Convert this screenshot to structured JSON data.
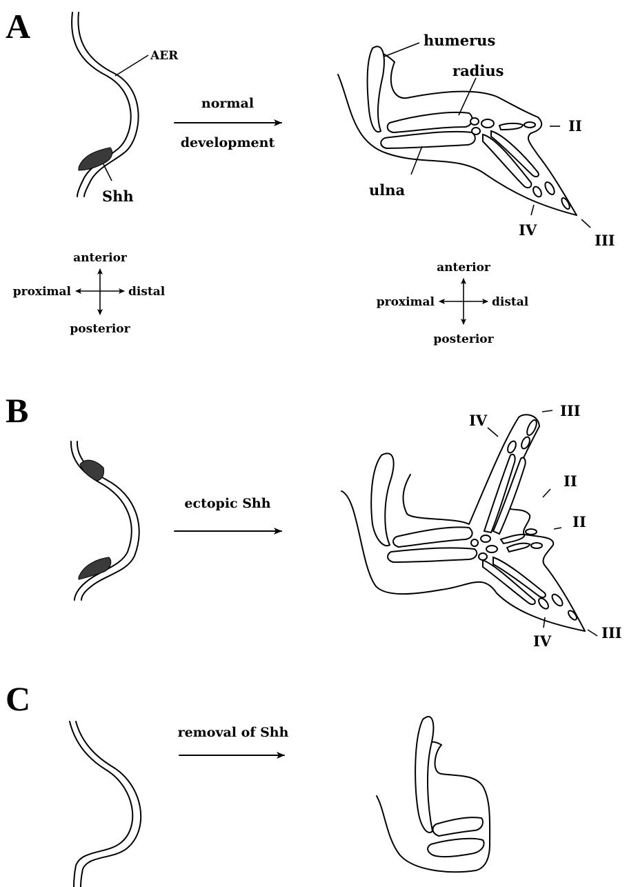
{
  "colors": {
    "ink": "#000000",
    "shh_zone": "#3a3a3a",
    "background": "#ffffff"
  },
  "panel_a": {
    "letter": "A",
    "aer_label": "AER",
    "shh_label": "Shh",
    "arrow_label_top": "normal",
    "arrow_label_bottom": "development",
    "bones": {
      "humerus": "humerus",
      "radius": "radius",
      "ulna": "ulna"
    },
    "digits": {
      "ii": "II",
      "iii": "III",
      "iv": "IV"
    },
    "axes_left": {
      "anterior": "anterior",
      "posterior": "posterior",
      "proximal": "proximal",
      "distal": "distal"
    },
    "axes_right": {
      "anterior": "anterior",
      "posterior": "posterior",
      "proximal": "proximal",
      "distal": "distal"
    }
  },
  "panel_b": {
    "letter": "B",
    "arrow_label": "ectopic Shh",
    "digits_upper": {
      "iv": "IV",
      "iii": "III",
      "ii": "II"
    },
    "digits_lower": {
      "ii": "II",
      "iv": "IV",
      "iii": "III"
    }
  },
  "panel_c": {
    "letter": "C",
    "arrow_label": "removal of Shh"
  }
}
